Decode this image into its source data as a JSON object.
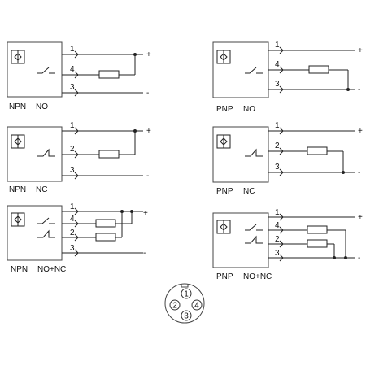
{
  "diagrams": [
    {
      "type_label": "NPN",
      "mode_label": "NO",
      "pins": [
        "1",
        "4",
        "3"
      ],
      "signs": {
        "plus": "+",
        "minus": "-"
      }
    },
    {
      "type_label": "PNP",
      "mode_label": "NO",
      "pins": [
        "1",
        "4",
        "3"
      ],
      "signs": {
        "plus": "+",
        "minus": "-"
      }
    },
    {
      "type_label": "NPN",
      "mode_label": "NC",
      "pins": [
        "1",
        "2",
        "3"
      ],
      "signs": {
        "plus": "+",
        "minus": "-"
      }
    },
    {
      "type_label": "PNP",
      "mode_label": "NC",
      "pins": [
        "1",
        "2",
        "3"
      ],
      "signs": {
        "plus": "+",
        "minus": "-"
      }
    },
    {
      "type_label": "NPN",
      "mode_label": "NO+NC",
      "pins": [
        "1",
        "4",
        "2",
        "3"
      ],
      "signs": {
        "plus": "+",
        "minus": "-"
      }
    },
    {
      "type_label": "PNP",
      "mode_label": "NO+NC",
      "pins": [
        "1",
        "4",
        "2",
        "3"
      ],
      "signs": {
        "plus": "+",
        "minus": "-"
      }
    }
  ],
  "connector": {
    "pins": [
      "1",
      "2",
      "3",
      "4"
    ]
  },
  "colors": {
    "line": "#222222",
    "box_border": "#444444",
    "background": "#ffffff"
  }
}
